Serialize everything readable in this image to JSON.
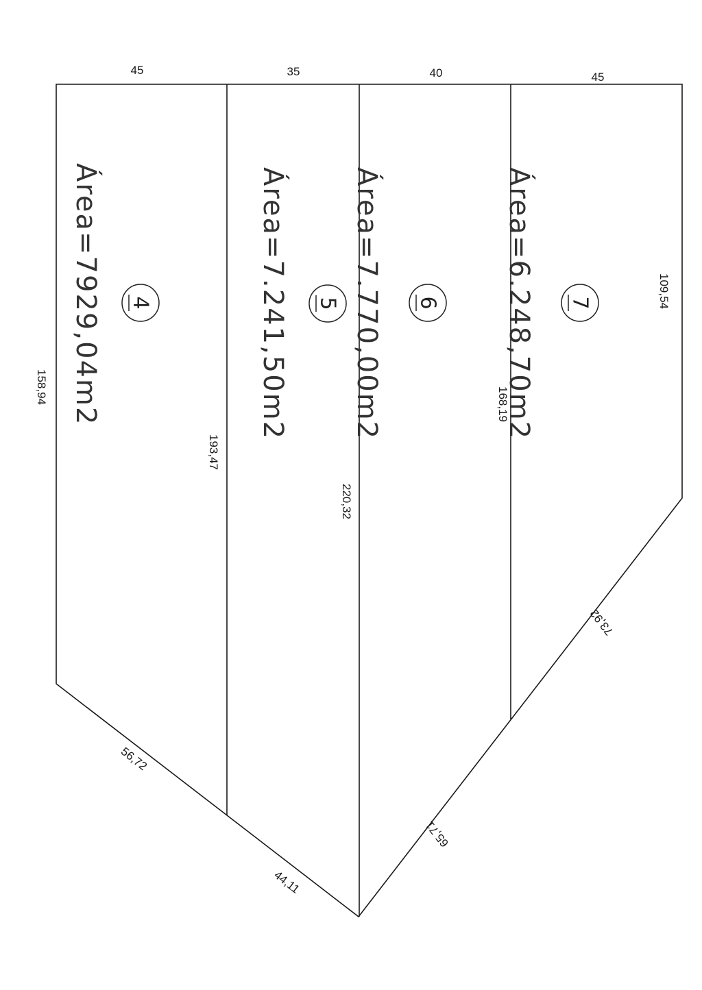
{
  "top_dimensions": [
    "45",
    "35",
    "40",
    "45"
  ],
  "side_dimensions": {
    "left_edge": "158,94",
    "divider_1": "193,47",
    "divider_2": "220,32",
    "divider_3": "168,19",
    "right_edge": "109,54"
  },
  "bottom_dimensions": {
    "lower_left_a": "56,72",
    "lower_left_b": "44,11",
    "lower_right_a": "65,71",
    "lower_right_b": "73,92"
  },
  "lots": [
    {
      "number": "4",
      "area": "Área=7929,04m2"
    },
    {
      "number": "5",
      "area": "Área=7.241,50m2"
    },
    {
      "number": "6",
      "area": "Área=7.770,00m2"
    },
    {
      "number": "7",
      "area": "Área=6.248,70m2"
    }
  ],
  "colors": {
    "line": "#1a1a1a",
    "text": "#333333",
    "background": "#ffffff"
  }
}
